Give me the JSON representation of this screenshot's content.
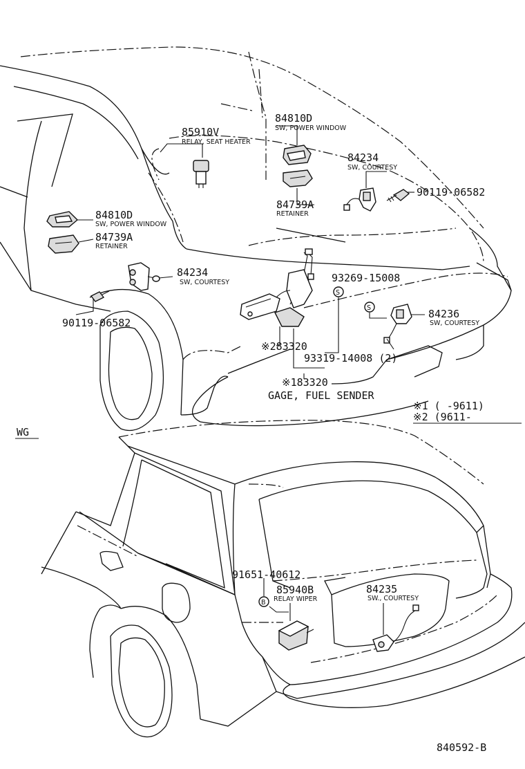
{
  "labels": {
    "top_85910V": {
      "part": "85910V",
      "desc": "RELAY, SEAT HEATER"
    },
    "top_84810D": {
      "part": "84810D",
      "desc": "SW, POWER WINDOW"
    },
    "top_84234": {
      "part": "84234",
      "desc": "SW, COURTESY"
    },
    "top_84739A": {
      "part": "84739A",
      "desc": "RETAINER"
    },
    "top_90119": {
      "part": "90119-06582"
    },
    "left_84810D": {
      "part": "84810D",
      "desc": "SW, POWER WINDOW"
    },
    "left_84739A": {
      "part": "84739A",
      "desc": "RETAINER"
    },
    "left_84234": {
      "part": "84234",
      "desc": "SW, COURTESY"
    },
    "left_90119": {
      "part": "90119-06582"
    },
    "p_93269": {
      "part": "93269-15008"
    },
    "p_84236": {
      "part": "84236",
      "desc": "SW, COURTESY"
    },
    "p_283320": {
      "part": "※283320"
    },
    "p_93319": {
      "part": "93319-14008 (2)"
    },
    "p_183320": {
      "part": "※183320",
      "desc": "GAGE, FUEL SENDER"
    },
    "wg_91651": {
      "part": "91651-40612"
    },
    "wg_85940B": {
      "part": "85940B",
      "desc": "RELAY WIPER"
    },
    "wg_84235": {
      "part": "84235",
      "desc": "SW., COURTESY"
    }
  },
  "footnotes": {
    "note1": "※1 (      -9611)",
    "note2": "※2 (9611-      "
  },
  "markers": {
    "s": "S",
    "b": "B"
  },
  "section_label": "WG",
  "diagram_code": "840592-B"
}
